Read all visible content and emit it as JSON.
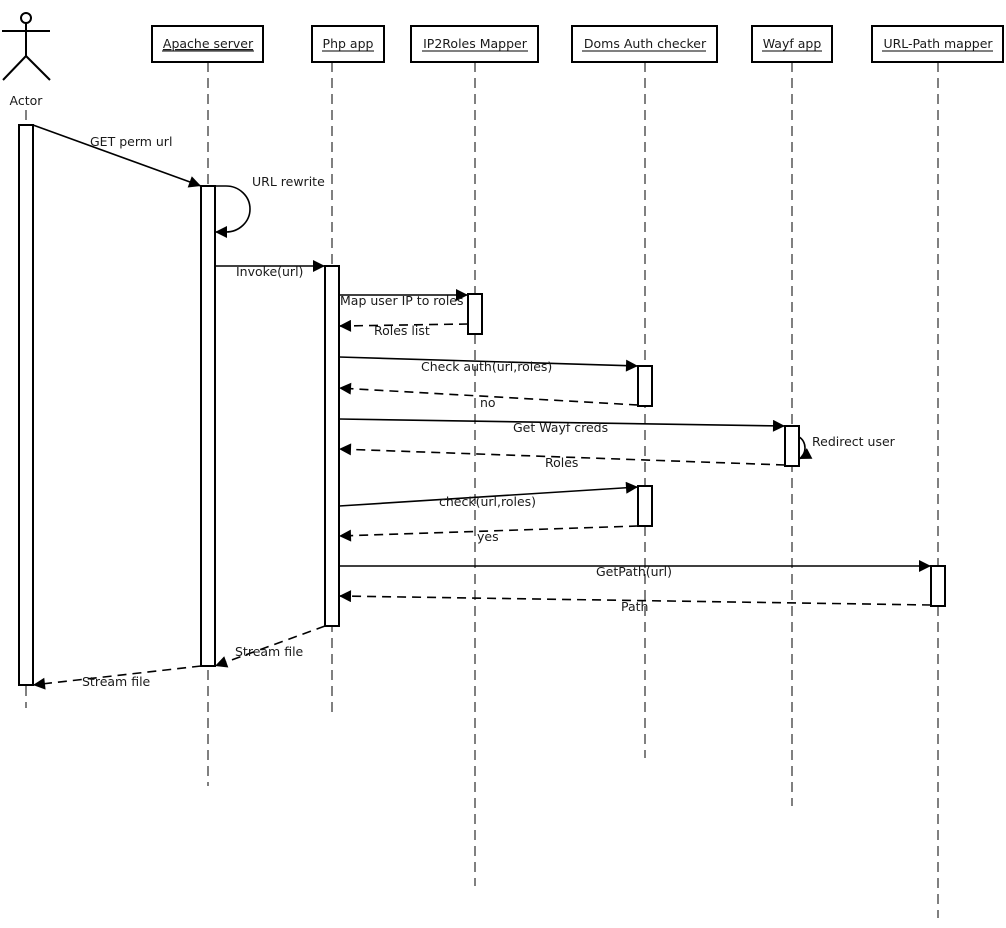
{
  "diagram": {
    "type": "sequence",
    "participants": [
      {
        "id": "actor",
        "label": "Actor",
        "kind": "actor"
      },
      {
        "id": "apache",
        "label": "Apache server",
        "kind": "object"
      },
      {
        "id": "php",
        "label": "Php app",
        "kind": "object"
      },
      {
        "id": "ip2roles",
        "label": "IP2Roles Mapper",
        "kind": "object"
      },
      {
        "id": "doms",
        "label": "Doms Auth checker",
        "kind": "object"
      },
      {
        "id": "wayf",
        "label": "Wayf app",
        "kind": "object"
      },
      {
        "id": "urlpath",
        "label": "URL-Path mapper",
        "kind": "object"
      }
    ],
    "messages": [
      {
        "from": "actor",
        "to": "apache",
        "label": "GET perm url",
        "kind": "call"
      },
      {
        "from": "apache",
        "to": "apache",
        "label": "URL rewrite",
        "kind": "self"
      },
      {
        "from": "apache",
        "to": "php",
        "label": "Invoke(url)",
        "kind": "call"
      },
      {
        "from": "php",
        "to": "ip2roles",
        "label": "Map user IP to roles",
        "kind": "call"
      },
      {
        "from": "ip2roles",
        "to": "php",
        "label": "Roles list",
        "kind": "return"
      },
      {
        "from": "php",
        "to": "doms",
        "label": "Check auth(url,roles)",
        "kind": "call"
      },
      {
        "from": "doms",
        "to": "php",
        "label": "no",
        "kind": "return"
      },
      {
        "from": "php",
        "to": "wayf",
        "label": "Get Wayf creds",
        "kind": "call"
      },
      {
        "from": "wayf",
        "to": "wayf",
        "label": "Redirect user",
        "kind": "self"
      },
      {
        "from": "wayf",
        "to": "php",
        "label": "Roles",
        "kind": "return"
      },
      {
        "from": "php",
        "to": "doms",
        "label": "check(url,roles)",
        "kind": "call"
      },
      {
        "from": "doms",
        "to": "php",
        "label": "yes",
        "kind": "return"
      },
      {
        "from": "php",
        "to": "urlpath",
        "label": "GetPath(url)",
        "kind": "call"
      },
      {
        "from": "urlpath",
        "to": "php",
        "label": "Path",
        "kind": "return"
      },
      {
        "from": "php",
        "to": "apache",
        "label": "Stream file",
        "kind": "return"
      },
      {
        "from": "apache",
        "to": "actor",
        "label": "Stream file",
        "kind": "return"
      }
    ]
  }
}
